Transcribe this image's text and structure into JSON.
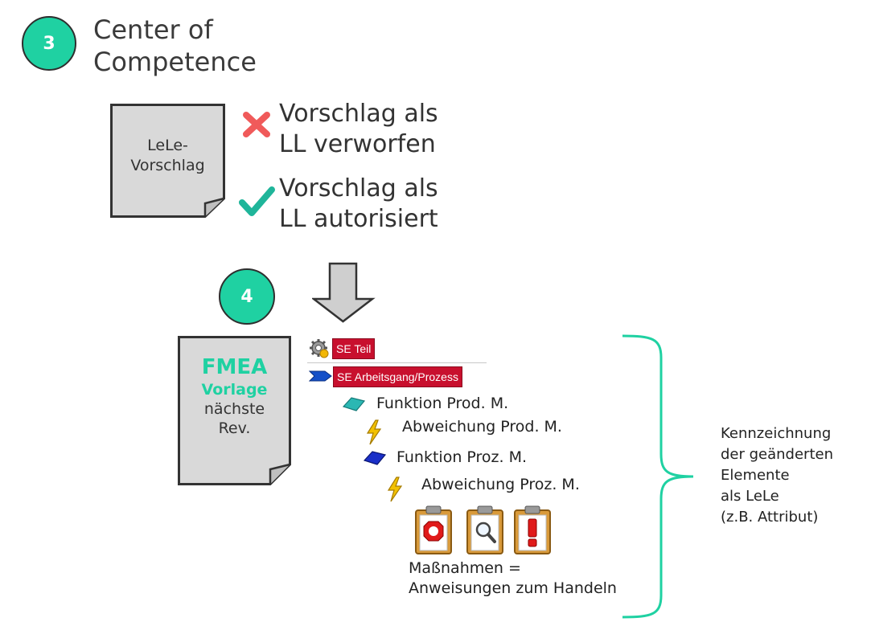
{
  "step3": {
    "number": "3",
    "title_line1": "Center of",
    "title_line2": "Competence"
  },
  "proposal_doc": {
    "line1": "LeLe-",
    "line2": "Vorschlag"
  },
  "rejected": {
    "line1": "Vorschlag als",
    "line2": "LL verworfen",
    "icon": "red-cross-icon",
    "color": "#f05a5a"
  },
  "approved": {
    "line1": "Vorschlag als",
    "line2": "LL autorisiert",
    "icon": "teal-check-icon",
    "color": "#1fb59a"
  },
  "step4": {
    "number": "4"
  },
  "fmea_doc": {
    "line1": "FMEA",
    "line2": "Vorlage",
    "line3": "nächste",
    "line4": "Rev.",
    "accent": "#1fd1a2"
  },
  "tree": {
    "se_teil": "SE Teil",
    "se_arbeitsgang": "SE Arbeitsgang/Prozess",
    "funktion_prod": "Funktion  Prod. M.",
    "abweichung_prod": "Abweichung Prod. M.",
    "funktion_proz": "Funktion Proz. M.",
    "abweichung_proz": "Abweichung Proz. M."
  },
  "measures": {
    "line1": "Maßnahmen =",
    "line2": "Anweisungen zum Handeln"
  },
  "annotation": {
    "line1": "Kennzeichnung",
    "line2": "der geänderten",
    "line3": "Elemente",
    "line4": "als LeLe",
    "line5": "(z.B. Attribut)"
  },
  "colors": {
    "accent": "#1fd1a2",
    "se_red": "#c8102e",
    "doc_fill": "#d9d9d9"
  }
}
